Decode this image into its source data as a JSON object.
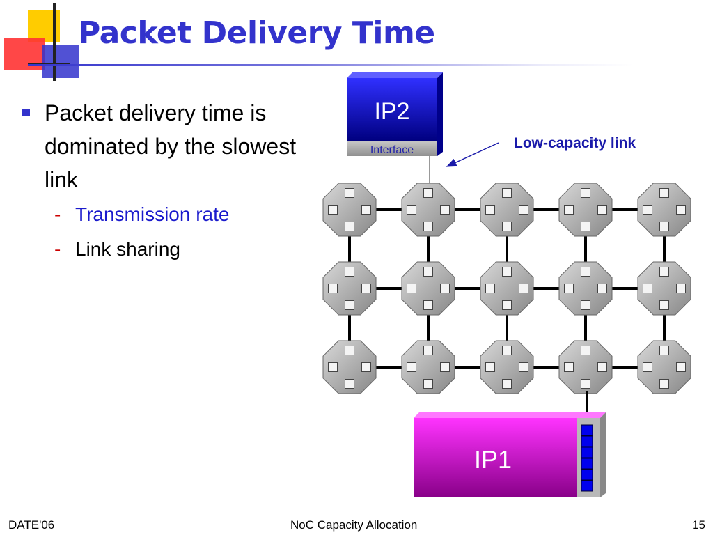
{
  "slide": {
    "title": "Packet Delivery Time",
    "bullet": "Packet delivery time is dominated by the slowest link",
    "sub_bullets": [
      {
        "text": "Transmission rate",
        "color": "#1a1acc"
      },
      {
        "text": "Link sharing",
        "color": "#000000"
      }
    ]
  },
  "diagram": {
    "ip2_label": "IP2",
    "interface_label": "Interface",
    "callout_label": "Low-capacity link",
    "ip1_label": "IP1",
    "router_rows": 3,
    "router_cols": 5,
    "colors": {
      "ip2_fill": "#0000cc",
      "ip1_fill": "#cc00cc",
      "callout": "#1a1aaa",
      "router_fill": "#a8a8a8",
      "buffer_fill": "#0000ee"
    }
  },
  "footer": {
    "left": "DATE'06",
    "center": "NoC Capacity Allocation",
    "right": "15"
  }
}
